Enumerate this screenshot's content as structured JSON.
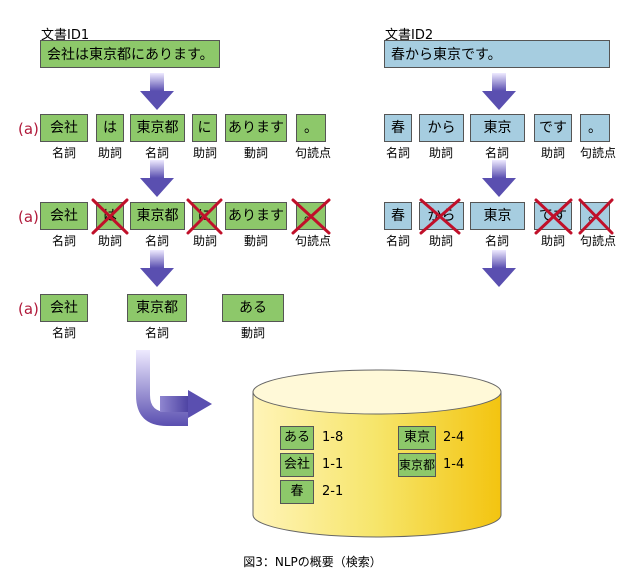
{
  "doc1": {
    "label": "文書ID1",
    "text": "会社は東京都にあります。"
  },
  "doc2": {
    "label": "文書ID2",
    "text": "春から東京です。"
  },
  "marker": "(a)",
  "row1_doc1": {
    "tokens": [
      "会社",
      "は",
      "東京都",
      "に",
      "あります",
      "。"
    ],
    "pos": [
      "名詞",
      "助詞",
      "名詞",
      "助詞",
      "動詞",
      "句読点"
    ]
  },
  "row1_doc2": {
    "tokens": [
      "春",
      "から",
      "東京",
      "です",
      "。"
    ],
    "pos": [
      "名詞",
      "助詞",
      "名詞",
      "助詞",
      "句読点"
    ]
  },
  "row2_doc1": {
    "tokens": [
      "会社",
      "は",
      "東京都",
      "に",
      "あります",
      "。"
    ],
    "pos": [
      "名詞",
      "助詞",
      "名詞",
      "助詞",
      "動詞",
      "句読点"
    ],
    "crossed": [
      false,
      true,
      false,
      true,
      false,
      true
    ]
  },
  "row2_doc2": {
    "tokens": [
      "春",
      "から",
      "東京",
      "です",
      "。"
    ],
    "pos": [
      "名詞",
      "助詞",
      "名詞",
      "助詞",
      "句読点"
    ],
    "crossed": [
      false,
      true,
      false,
      true,
      true
    ]
  },
  "row3_doc1": {
    "tokens": [
      "会社",
      "東京都",
      "ある"
    ],
    "pos": [
      "名詞",
      "名詞",
      "動詞"
    ]
  },
  "index": {
    "left": [
      {
        "term": "ある",
        "value": "1-8"
      },
      {
        "term": "会社",
        "value": "1-1"
      },
      {
        "term": "春",
        "value": "2-1"
      }
    ],
    "right": [
      {
        "term": "東京",
        "value": "2-4"
      },
      {
        "term": "東京都",
        "value": "1-4"
      }
    ]
  },
  "caption": "図3：NLPの概要（検索）",
  "colors": {
    "green": "#8dc86a",
    "blue": "#a6cde0",
    "arrow": "#5a4fb0",
    "cross": "#c0102a",
    "cylinder": "#f5e070"
  }
}
